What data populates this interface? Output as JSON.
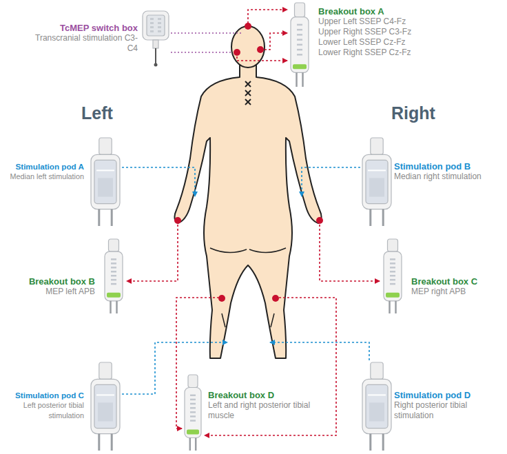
{
  "diagram": {
    "nodes": [
      {
        "text": [
          "TcMEP switch box",
          "Transcranial stimulation C3-C4"
        ]
      },
      {
        "text": [
          "Breakout box A",
          "Upper Left SSEP C4-Fz",
          "Upper Right SSEP C3-Fz",
          "Lower Left SSEP Cz-Fz",
          "Lower Right SSEP Cz-Fz"
        ]
      },
      {
        "text": [
          "Stimulation pod A",
          "Median left stimulation"
        ]
      },
      {
        "text": [
          "Stimulation pod B",
          "Median right stimulation"
        ]
      },
      {
        "text": [
          "Breakout box B",
          "MEP left APB"
        ]
      },
      {
        "text": [
          "Breakout box C",
          "MEP right APB"
        ]
      },
      {
        "text": [
          "Stimulation pod C",
          "Left posterior tibial stimulation"
        ]
      },
      {
        "text": [
          "Breakout box D",
          "Left and right posterior tibial muscle"
        ]
      },
      {
        "text": [
          "Stimulation pod D",
          "Right posterior tibial stimulation"
        ]
      }
    ],
    "labels": [
      "Left",
      "Right"
    ]
  }
}
